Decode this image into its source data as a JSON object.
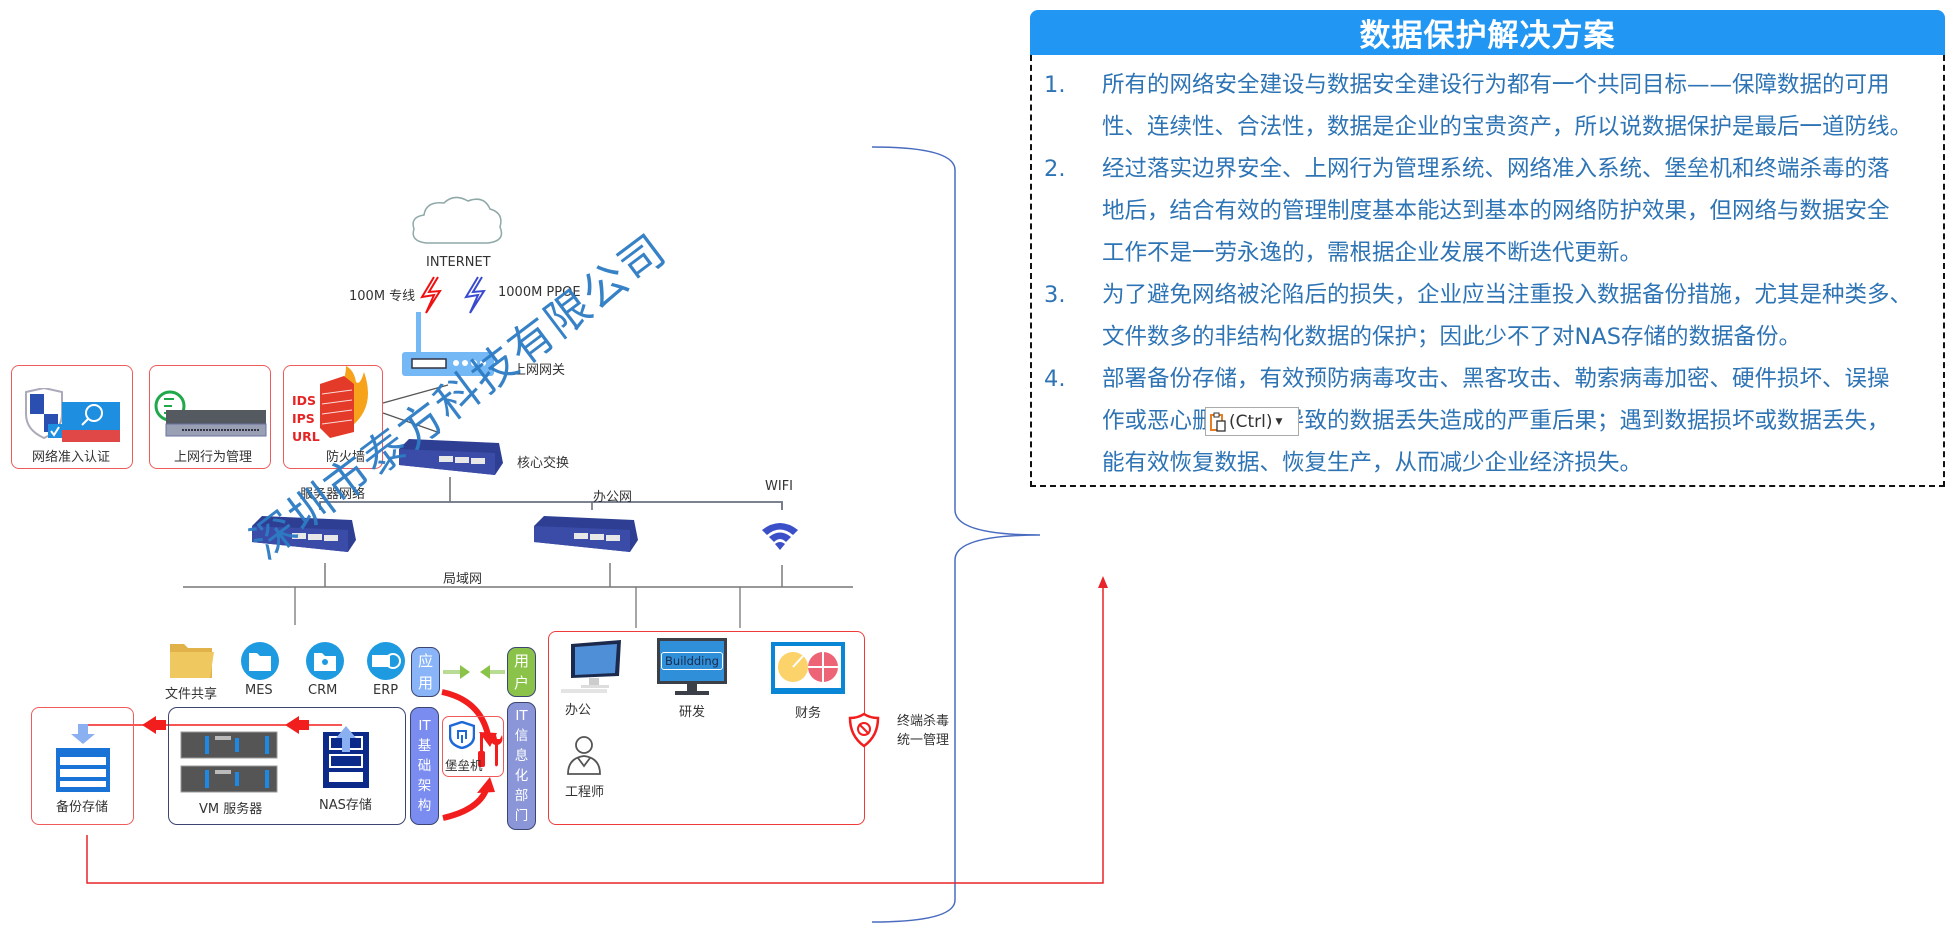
{
  "panel": {
    "title": "数据保护解决方案",
    "items": [
      {
        "num": "1.",
        "lines": [
          "所有的网络安全建设与数据安全建设行为都有一个共同目标——保障数据的可用",
          "性、连续性、合法性，数据是企业的宝贵资产，所以说数据保护是最后一道防线。"
        ]
      },
      {
        "num": "2.",
        "lines": [
          "经过落实边界安全、上网行为管理系统、网络准入系统、堡垒机和终端杀毒的落",
          "地后，结合有效的管理制度基本能达到基本的网络防护效果，但网络与数据安全",
          "工作不是一劳永逸的，需根据企业发展不断迭代更新。"
        ]
      },
      {
        "num": "3.",
        "lines": [
          "为了避免网络被沦陷后的损失，企业应当注重投入数据备份措施，尤其是种类多、",
          "文件数多的非结构化数据的保护；因此少不了对NAS存储的数据备份。"
        ]
      },
      {
        "num": "4.",
        "lines": [
          "部署备份存储，有效预防病毒攻击、黑客攻击、勒索病毒加密、硬件损坏、误操",
          "作或恶心删除行为导致的数据丢失造成的严重后果；遇到数据损坏或数据丢失，",
          "能有效恢复数据、恢复生产，从而减少企业经济损失。"
        ]
      }
    ],
    "paste_button": "(Ctrl)"
  },
  "diagram": {
    "watermark": "深圳市泰方科技有限公司",
    "internet": "INTERNET",
    "link_100m": "100M 专线",
    "link_1000m": "1000M PPOE",
    "gateway": "上网网关",
    "core_switch": "核心交换",
    "security": [
      {
        "label": "网络准入认证"
      },
      {
        "label": "上网行为管理"
      },
      {
        "label": "防火墙",
        "tags": [
          "IDS",
          "IPS",
          "URL"
        ]
      }
    ],
    "server_network": "服务器网络",
    "office_network": "办公网",
    "wifi": "WIFI",
    "lan": "局域网",
    "apps": [
      {
        "label": "文件共享"
      },
      {
        "label": "MES"
      },
      {
        "label": "CRM"
      },
      {
        "label": "ERP"
      }
    ],
    "pill_app": [
      "应",
      "用"
    ],
    "pill_user": [
      "用",
      "户"
    ],
    "pill_it_infra": [
      "IT",
      "基",
      "础",
      "架",
      "构"
    ],
    "pill_it_dept": [
      "IT",
      "信",
      "息",
      "化",
      "部",
      "门"
    ],
    "bastion": "堡垒机",
    "backup": "备份存储",
    "vm_servers": "VM 服务器",
    "nas": "NAS存储",
    "clients": [
      {
        "label": "办公"
      },
      {
        "label": "研发",
        "screen_text": "Buildding"
      },
      {
        "label": "财务"
      },
      {
        "label": "工程师"
      }
    ],
    "antivirus": [
      "终端杀毒",
      "统一管理"
    ]
  },
  "colors": {
    "accent": "#2196f3",
    "text_blue": "#2e74b5",
    "red": "#ef1c1c",
    "pill_blue": "#7a8cf0",
    "pill_green": "#8bc34a"
  }
}
